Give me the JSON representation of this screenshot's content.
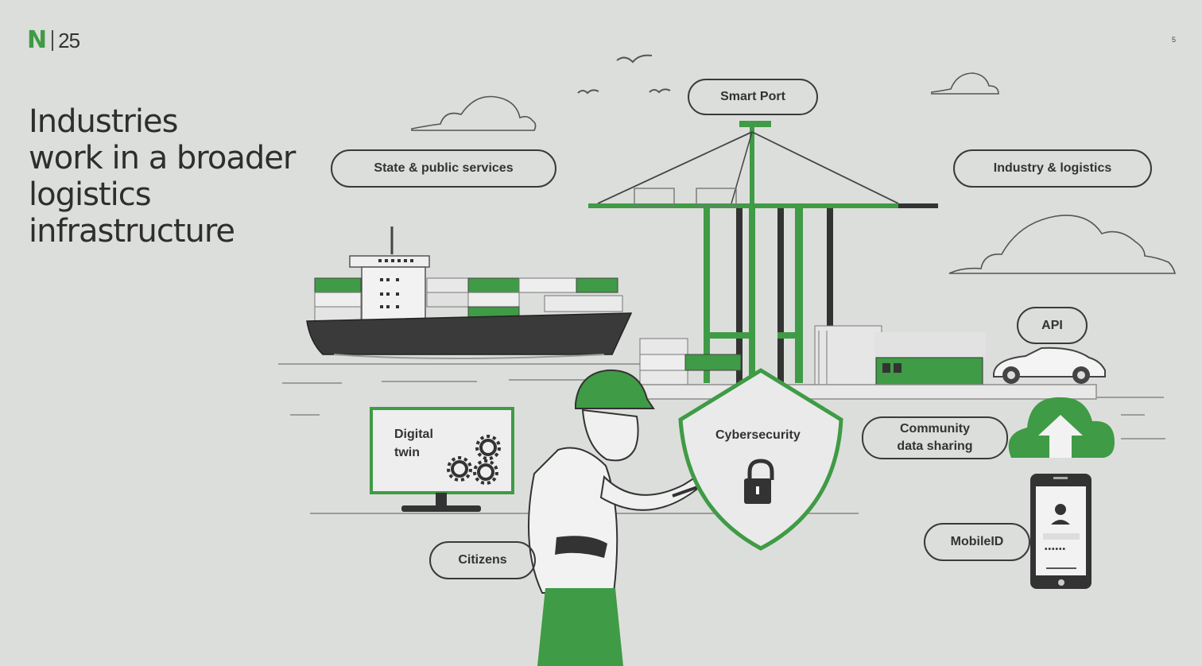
{
  "logo": {
    "mark": "N",
    "number": "25"
  },
  "slide_number": "5",
  "title_lines": [
    "Industries",
    "work in a broader",
    "logistics",
    "infrastructure"
  ],
  "labels": {
    "smart_port": "Smart Port",
    "state_public": "State & public services",
    "industry_logistics": "Industry & logistics",
    "api": "API",
    "digital_twin": "Digital\ntwin",
    "cybersecurity": "Cybersecurity",
    "community": "Community\ndata sharing",
    "mobileid": "MobileID",
    "citizens": "Citizens",
    "password_dots": "••••••"
  },
  "colors": {
    "accent": "#3f9b45",
    "ink": "#3a3a3a",
    "background": "#dcdedb",
    "dark": "#333333"
  }
}
